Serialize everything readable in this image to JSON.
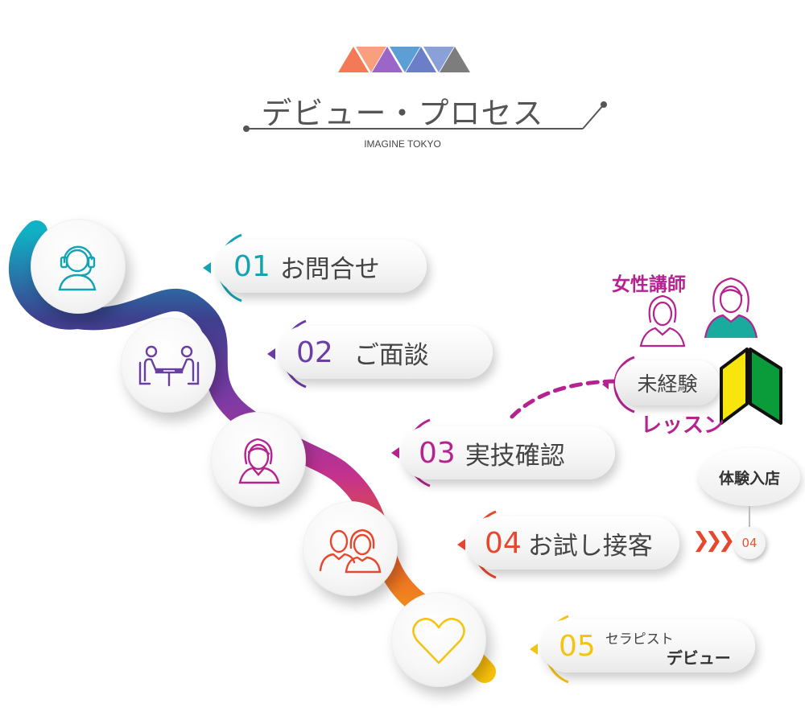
{
  "header": {
    "title": "デビュー・プロセス",
    "subtitle": "IMAGINE TOKYO",
    "logo_colors": [
      "#f47a57",
      "#9a66c8",
      "#5c9ed6",
      "#6d7ec8",
      "#7d7d7d"
    ]
  },
  "steps": [
    {
      "number": "01",
      "label": "お問合せ",
      "icon": "headset-icon",
      "color": "#13a4b4"
    },
    {
      "number": "02",
      "label": "ご面談",
      "icon": "interview-icon",
      "color": "#6b3ea3"
    },
    {
      "number": "03",
      "label": "実技確認",
      "icon": "woman-icon",
      "color": "#b4238f"
    },
    {
      "number": "04",
      "label": "お試し接客",
      "icon": "couple-icon",
      "color": "#e8472d"
    },
    {
      "number": "05",
      "label_top": "セラピスト",
      "label_bottom": "デビュー",
      "icon": "heart-icon",
      "color": "#f4c414"
    }
  ],
  "lesson": {
    "instructor_label": "女性講師",
    "inexperienced_label": "未経験",
    "lesson_label": "レッスン"
  },
  "trial": {
    "bubble_label": "体験入店",
    "badge_label": "04"
  }
}
